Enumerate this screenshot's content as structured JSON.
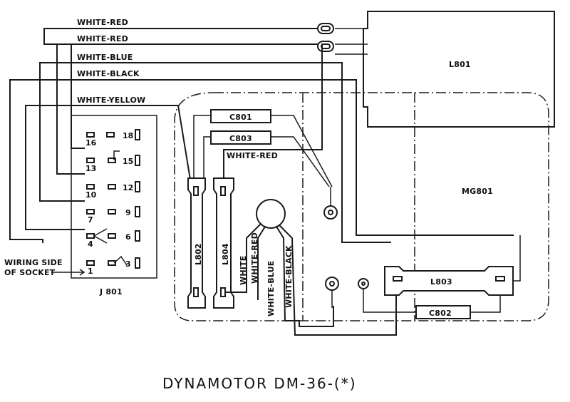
{
  "title": "DYNAMOTOR DM-36-(*)",
  "socket": {
    "name": "J 801",
    "note_line1": "WIRING SIDE",
    "note_line2": "OF SOCKET",
    "pins_left": [
      "16",
      "13",
      "10",
      "7",
      "4",
      "1"
    ],
    "pins_right": [
      "18",
      "15",
      "12",
      "9",
      "6",
      "3"
    ]
  },
  "wires": {
    "w1": "WHITE-RED",
    "w2": "WHITE-RED",
    "w3": "WHITE-BLUE",
    "w4": "WHITE-BLACK",
    "w5": "WHITE-YELLOW",
    "w6": "WHITE-RED",
    "v_red": "WHITE-RED",
    "v_blue": "WHITE-BLUE",
    "v_black": "WHITE-BLACK",
    "v_white": "WHITE"
  },
  "components": {
    "l801": "L801",
    "mg801": "MG801",
    "c801": "C801",
    "c803": "C803",
    "l802": "L802",
    "l804": "L804",
    "l803": "L803",
    "c802": "C802"
  }
}
